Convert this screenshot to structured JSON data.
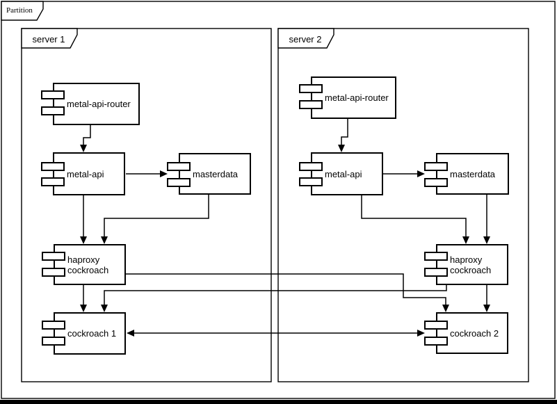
{
  "diagram": {
    "partition": {
      "label": "Partition"
    },
    "servers": [
      {
        "label": "server 1",
        "components": [
          {
            "id": "metal-api-router",
            "label": "metal-api-router"
          },
          {
            "id": "metal-api",
            "label": "metal-api"
          },
          {
            "id": "masterdata",
            "label": "masterdata"
          },
          {
            "id": "haproxy-cockroach",
            "label": "haproxy\ncockroach"
          },
          {
            "id": "cockroach-1",
            "label": "cockroach 1"
          }
        ]
      },
      {
        "label": "server 2",
        "components": [
          {
            "id": "metal-api-router",
            "label": "metal-api-router"
          },
          {
            "id": "metal-api",
            "label": "metal-api"
          },
          {
            "id": "masterdata",
            "label": "masterdata"
          },
          {
            "id": "haproxy-cockroach",
            "label": "haproxy\ncockroach"
          },
          {
            "id": "cockroach-2",
            "label": "cockroach 2"
          }
        ]
      }
    ],
    "edges": [
      {
        "from": "server 1/metal-api-router",
        "to": "server 1/metal-api"
      },
      {
        "from": "server 1/metal-api",
        "to": "server 1/masterdata"
      },
      {
        "from": "server 1/metal-api",
        "to": "server 1/haproxy-cockroach"
      },
      {
        "from": "server 1/masterdata",
        "to": "server 1/haproxy-cockroach"
      },
      {
        "from": "server 1/haproxy-cockroach",
        "to": "server 1/cockroach-1"
      },
      {
        "from": "server 1/haproxy-cockroach",
        "to": "server 2/cockroach-2"
      },
      {
        "from": "server 2/metal-api-router",
        "to": "server 2/metal-api"
      },
      {
        "from": "server 2/metal-api",
        "to": "server 2/masterdata"
      },
      {
        "from": "server 2/metal-api",
        "to": "server 2/haproxy-cockroach"
      },
      {
        "from": "server 2/masterdata",
        "to": "server 2/haproxy-cockroach"
      },
      {
        "from": "server 2/haproxy-cockroach",
        "to": "server 2/cockroach-2"
      },
      {
        "from": "server 2/haproxy-cockroach",
        "to": "server 1/cockroach-1"
      },
      {
        "from": "server 1/cockroach-1",
        "to": "server 2/cockroach-2",
        "bidirectional": true
      }
    ],
    "colors": {
      "stroke": "#000000",
      "fill": "#ffffff"
    }
  }
}
